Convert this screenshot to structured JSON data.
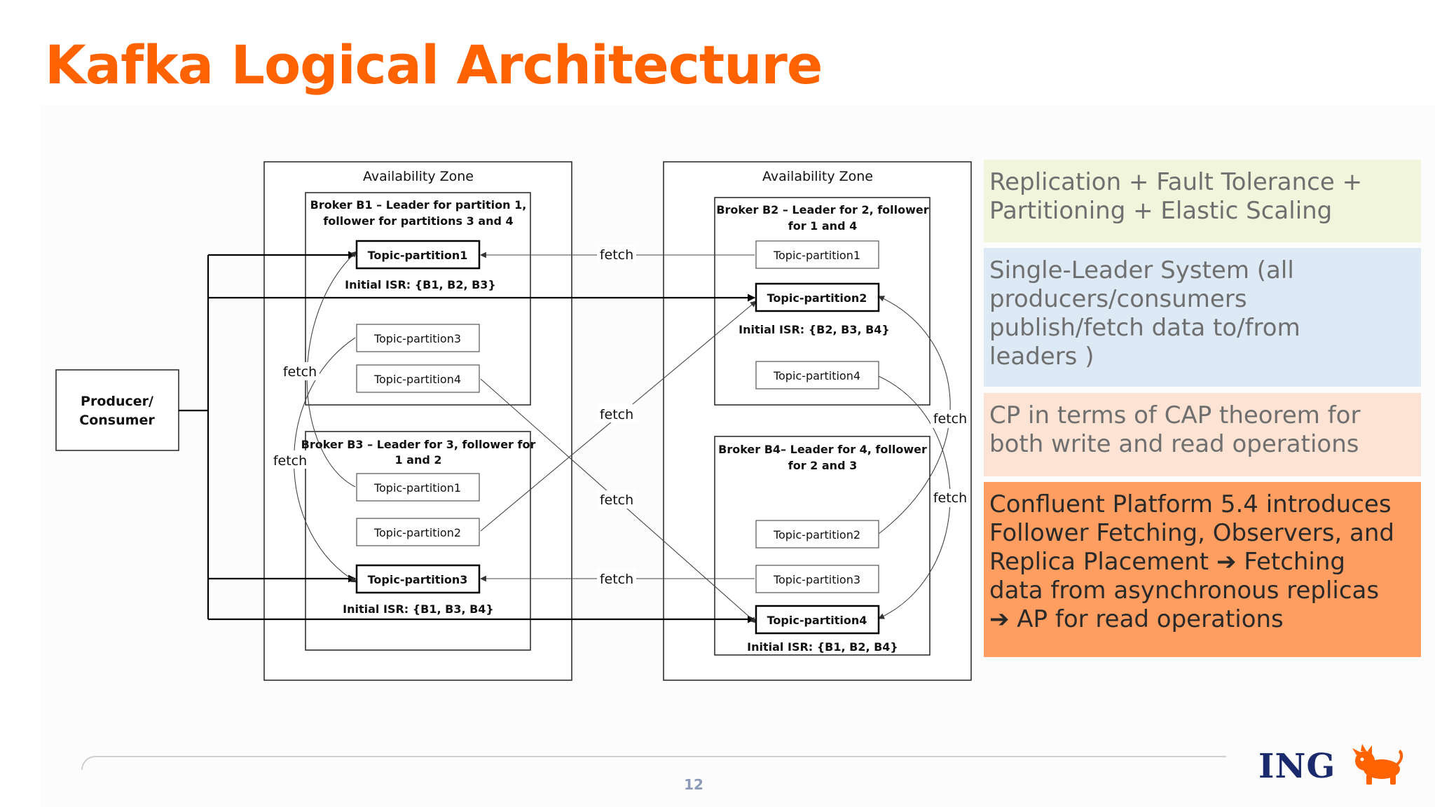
{
  "slide": {
    "title": "Kafka Logical Architecture",
    "page_number": "12"
  },
  "diagram": {
    "producer_consumer": [
      "Producer/",
      "Consumer"
    ],
    "zones": [
      {
        "label": "Availability Zone"
      },
      {
        "label": "Availability Zone"
      }
    ],
    "brokers": [
      {
        "id": "b1",
        "title": [
          "Broker B1 – Leader for partition 1,",
          "follower for partitions 3 and 4"
        ],
        "partitions": [
          "Topic-partition1",
          "Topic-partition3",
          "Topic-partition4"
        ],
        "leader_partition": "Topic-partition1",
        "isr": "Initial ISR: {B1, B2, B3}"
      },
      {
        "id": "b3",
        "title": [
          "Broker B3 – Leader for 3, follower for",
          "1 and 2"
        ],
        "partitions": [
          "Topic-partition1",
          "Topic-partition2",
          "Topic-partition3"
        ],
        "leader_partition": "Topic-partition3",
        "isr": "Initial ISR: {B1, B3, B4}"
      },
      {
        "id": "b2",
        "title": [
          "Broker B2 – Leader for 2, follower",
          "for 1 and 4"
        ],
        "partitions": [
          "Topic-partition1",
          "Topic-partition2",
          "Topic-partition4"
        ],
        "leader_partition": "Topic-partition2",
        "isr": "Initial ISR: {B2, B3, B4}"
      },
      {
        "id": "b4",
        "title": [
          "Broker  B4– Leader for 4, follower",
          "for 2 and 3"
        ],
        "partitions": [
          "Topic-partition2",
          "Topic-partition3",
          "Topic-partition4"
        ],
        "leader_partition": "Topic-partition4",
        "isr": "Initial ISR: {B1, B2,  B4}"
      }
    ],
    "fetch_label": "fetch"
  },
  "side_boxes": [
    {
      "lines": [
        "Replication  +  Fault  Tolerance  +",
        "Partitioning + Elastic Scaling"
      ],
      "color": "#f0f5dc"
    },
    {
      "lines": [
        "Single-Leader        System        (all",
        "producers/consumers",
        "publish/fetch        data        to/from",
        "leaders )"
      ],
      "color": "#dde9f4"
    },
    {
      "lines": [
        "CP  in  terms  of  CAP  theorem  for",
        "both write and read operations"
      ],
      "color": "#fde3d3"
    },
    {
      "lines": [
        "Confluent Platform 5.4 introduces",
        "Follower Fetching, Observers, and",
        "Replica  Placement  ➔  Fetching",
        "data from asynchronous replicas",
        "➔ AP for read operations"
      ],
      "color": "#ff9e60"
    }
  ],
  "logo": {
    "text": "ING",
    "icon": "lion-icon"
  },
  "colors": {
    "accent": "#ff6200",
    "logo_blue": "#1a2a6c"
  }
}
